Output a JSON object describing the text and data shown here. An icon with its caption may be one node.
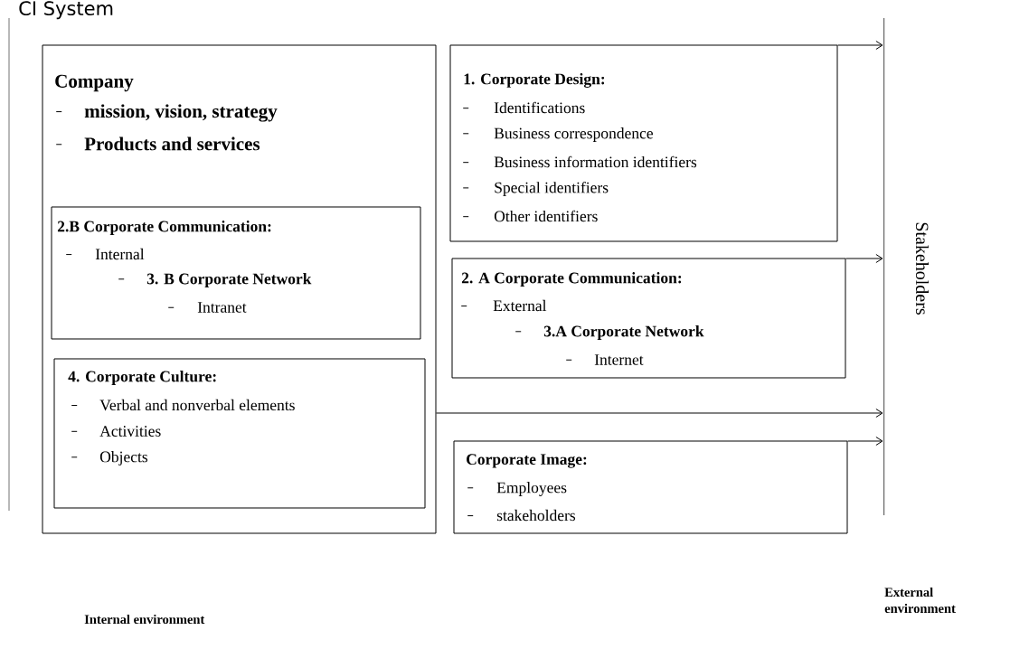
{
  "diagram": {
    "title": "CI System",
    "nodes": [
      {
        "text": [
          "Company",
          "mission, vision, strategy",
          "Products and services"
        ]
      },
      {
        "text": [
          "2.B Corporate Communication:",
          "Internal",
          "3. B Corporate Network",
          "Intranet"
        ],
        "in": 0
      },
      {
        "text": [
          "4. Corporate Culture:",
          "Verbal and nonverbal elements",
          "Activities",
          "Objects"
        ],
        "in": 0
      },
      {
        "text": [
          "1. Corporate Design:",
          "Identifications",
          "Business correspondence",
          "Business information identifiers",
          "Special identifiers",
          "Other identifiers"
        ]
      },
      {
        "text": [
          "2. A Corporate Communication:",
          "External",
          "3.A Corporate Network",
          "Internet"
        ]
      },
      {
        "text": [
          "Corporate Image:",
          "Employees",
          "stakeholders"
        ]
      },
      {
        "text": [],
        "shape": "bar",
        "beside": [
          "Stakeholders"
        ]
      }
    ],
    "edges": [
      {
        "from": 3,
        "to": 6,
        "arrow": "to"
      },
      {
        "from": 4,
        "to": 6,
        "arrow": "to"
      },
      {
        "from": 0,
        "to": 6,
        "arrow": "to"
      },
      {
        "from": 5,
        "to": 6,
        "arrow": "to"
      }
    ],
    "labels": [
      "Internal environment",
      "External environment"
    ]
  }
}
